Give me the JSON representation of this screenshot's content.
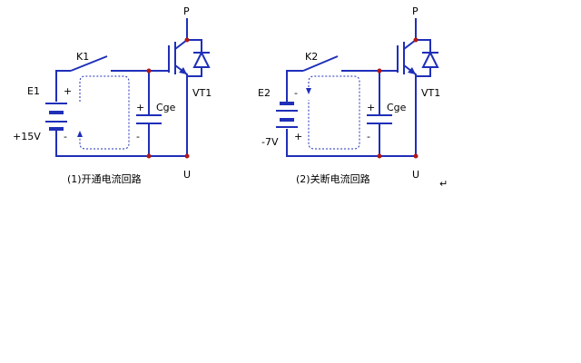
{
  "left": {
    "source": "E1",
    "voltage": "+15V",
    "switch": "K1",
    "cap": "Cge",
    "device": "VT1",
    "top_terminal": "P",
    "bottom_terminal": "U",
    "sign_top": "+",
    "sign_bottom": "-",
    "cap_sign_top": "+",
    "cap_sign_bottom": "-",
    "caption": "(1)开通电流回路"
  },
  "right": {
    "source": "E2",
    "voltage": "-7V",
    "switch": "K2",
    "cap": "Cge",
    "device": "VT1",
    "top_terminal": "P",
    "bottom_terminal": "U",
    "sign_top": "-",
    "sign_bottom": "+",
    "cap_sign_top": "+",
    "cap_sign_bottom": "-",
    "caption": "(2)关断电流回路"
  },
  "return_mark": "↵"
}
